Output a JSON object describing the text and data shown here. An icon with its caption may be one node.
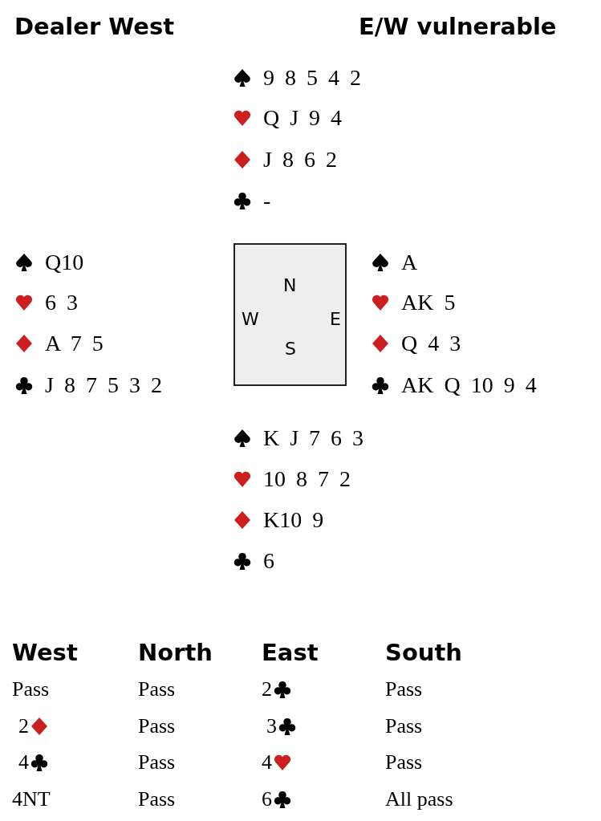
{
  "diagram": {
    "nodes": [
      {
        "text": [
          "N",
          "W",
          "E",
          "S"
        ]
      }
    ],
    "edges": [],
    "labels": [
      "Dealer West",
      "E/W vulnerable",
      "9 8 5 4 2",
      "Q J 9 4",
      "J 8 6 2",
      "-",
      "Q10",
      "6 3",
      "A 7 5",
      "J 8 7 5 3 2",
      "A",
      "AK 5",
      "Q 4 3",
      "AK Q 10 9 4",
      "K J 7 6 3",
      "10 8 7 2",
      "K10 9",
      "6",
      "West",
      "North",
      "East",
      "South",
      "Pass",
      "Pass",
      "2",
      "Pass",
      "2",
      "Pass",
      "3",
      "Pass",
      "4",
      "Pass",
      "4",
      "Pass",
      "4NT",
      "Pass",
      "6",
      "All pass"
    ]
  }
}
